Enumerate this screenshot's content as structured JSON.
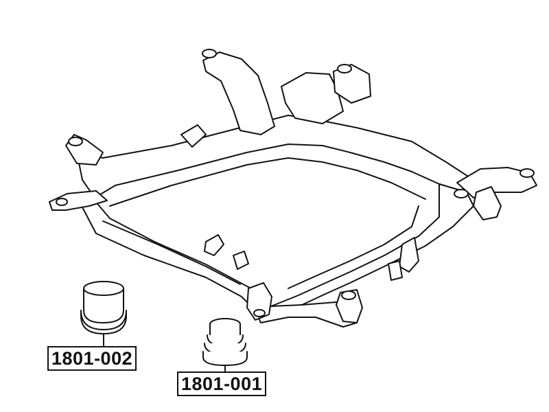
{
  "parts": [
    {
      "id": "bushing-a",
      "part_number": "1801-002"
    },
    {
      "id": "bushing-b",
      "part_number": "1801-001"
    }
  ],
  "colors": {
    "line": "#111111",
    "fill": "#ffffff",
    "shade": "#dcdcdc"
  }
}
